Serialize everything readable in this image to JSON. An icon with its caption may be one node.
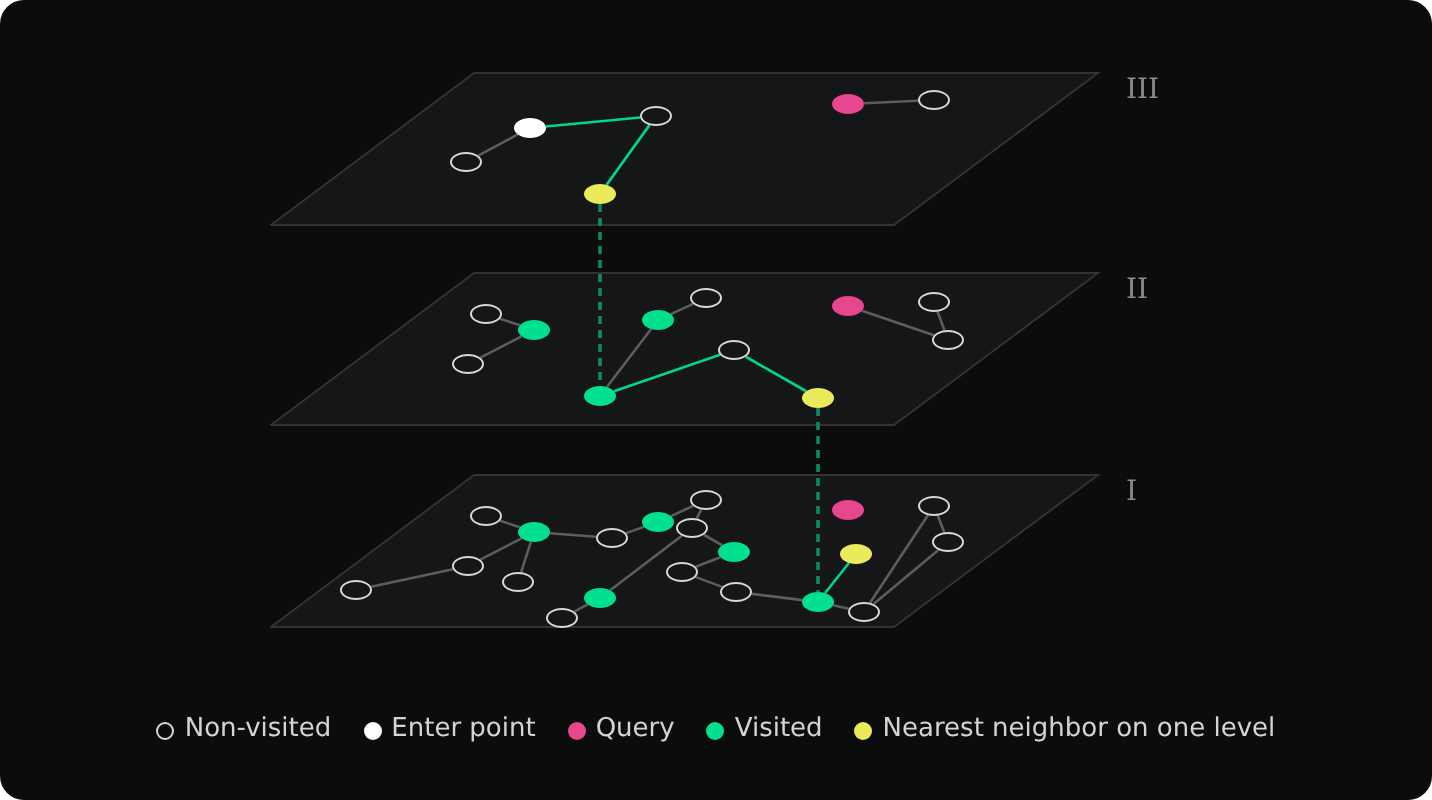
{
  "diagram": {
    "nodes": [
      {
        "text": [],
        "shape": "box",
        "beside": [
          "III"
        ]
      },
      {
        "text": [],
        "shape": "circle",
        "in": 0
      },
      {
        "text": [],
        "shape": "circle",
        "in": 0
      },
      {
        "text": [],
        "shape": "circle",
        "in": 0
      },
      {
        "text": [],
        "shape": "circle",
        "in": 0
      },
      {
        "text": [],
        "shape": "circle",
        "in": 0
      },
      {
        "text": [],
        "shape": "circle",
        "in": 0
      },
      {
        "text": [],
        "shape": "box",
        "beside": [
          "II"
        ]
      },
      {
        "text": [],
        "shape": "circle",
        "in": 7
      },
      {
        "text": [],
        "shape": "circle",
        "in": 7
      },
      {
        "text": [],
        "shape": "circle",
        "in": 7
      },
      {
        "text": [],
        "shape": "circle",
        "in": 7
      },
      {
        "text": [],
        "shape": "circle",
        "in": 7
      },
      {
        "text": [],
        "shape": "circle",
        "in": 7
      },
      {
        "text": [],
        "shape": "circle",
        "in": 7
      },
      {
        "text": [],
        "shape": "circle",
        "in": 7
      },
      {
        "text": [],
        "shape": "circle",
        "in": 7
      },
      {
        "text": [],
        "shape": "circle",
        "in": 7
      },
      {
        "text": [],
        "shape": "circle",
        "in": 7
      },
      {
        "text": [],
        "shape": "box",
        "beside": [
          "I"
        ]
      },
      {
        "text": [],
        "shape": "circle",
        "in": 19
      },
      {
        "text": [],
        "shape": "circle",
        "in": 19
      },
      {
        "text": [],
        "shape": "circle",
        "in": 19
      },
      {
        "text": [],
        "shape": "circle",
        "in": 19
      },
      {
        "text": [],
        "shape": "circle",
        "in": 19
      },
      {
        "text": [],
        "shape": "circle",
        "in": 19
      },
      {
        "text": [],
        "shape": "circle",
        "in": 19
      },
      {
        "text": [],
        "shape": "circle",
        "in": 19
      },
      {
        "text": [],
        "shape": "circle",
        "in": 19
      },
      {
        "text": [],
        "shape": "circle",
        "in": 19
      },
      {
        "text": [],
        "shape": "circle",
        "in": 19
      },
      {
        "text": [],
        "shape": "circle",
        "in": 19
      },
      {
        "text": [],
        "shape": "circle",
        "in": 19
      },
      {
        "text": [],
        "shape": "circle",
        "in": 19
      },
      {
        "text": [],
        "shape": "circle",
        "in": 19
      },
      {
        "text": [],
        "shape": "circle",
        "in": 19
      },
      {
        "text": [],
        "shape": "circle",
        "in": 19
      },
      {
        "text": [],
        "shape": "circle",
        "in": 19
      },
      {
        "text": [],
        "shape": "circle",
        "in": 19
      },
      {
        "text": [],
        "shape": "circle",
        "in": 19
      }
    ],
    "edges": [
      {
        "from": 1,
        "to": 2,
        "arrow": "none"
      },
      {
        "from": 2,
        "to": 4,
        "arrow": "none",
        "color": "#00d68f"
      },
      {
        "from": 4,
        "to": 3,
        "arrow": "none",
        "color": "#00d68f"
      },
      {
        "from": 5,
        "to": 6,
        "arrow": "none"
      },
      {
        "from": 9,
        "to": 10,
        "arrow": "none"
      },
      {
        "from": 10,
        "to": 8,
        "arrow": "none"
      },
      {
        "from": 12,
        "to": 13,
        "arrow": "none"
      },
      {
        "from": 12,
        "to": 11,
        "arrow": "none"
      },
      {
        "from": 11,
        "to": 14,
        "arrow": "none",
        "color": "#00d68f"
      },
      {
        "from": 14,
        "to": 15,
        "arrow": "none",
        "color": "#00d68f"
      },
      {
        "from": 16,
        "to": 18,
        "arrow": "none"
      },
      {
        "from": 17,
        "to": 18,
        "arrow": "none"
      },
      {
        "from": 22,
        "to": 24,
        "arrow": "none"
      },
      {
        "from": 24,
        "to": 21,
        "arrow": "none"
      },
      {
        "from": 21,
        "to": 20,
        "arrow": "none"
      },
      {
        "from": 24,
        "to": 23,
        "arrow": "none"
      },
      {
        "from": 24,
        "to": 27,
        "arrow": "none"
      },
      {
        "from": 27,
        "to": 28,
        "arrow": "none"
      },
      {
        "from": 28,
        "to": 31,
        "arrow": "none"
      },
      {
        "from": 31,
        "to": 30,
        "arrow": "none"
      },
      {
        "from": 30,
        "to": 32,
        "arrow": "none"
      },
      {
        "from": 30,
        "to": 26,
        "arrow": "none"
      },
      {
        "from": 26,
        "to": 25,
        "arrow": "none"
      },
      {
        "from": 32,
        "to": 29,
        "arrow": "none"
      },
      {
        "from": 29,
        "to": 33,
        "arrow": "none"
      },
      {
        "from": 33,
        "to": 34,
        "arrow": "none"
      },
      {
        "from": 34,
        "to": 36,
        "arrow": "none"
      },
      {
        "from": 34,
        "to": 37,
        "arrow": "none",
        "color": "#00d68f"
      },
      {
        "from": 36,
        "to": 38,
        "arrow": "none"
      },
      {
        "from": 38,
        "to": 39,
        "arrow": "none"
      },
      {
        "from": 36,
        "to": 39,
        "arrow": "none"
      },
      {
        "from": 3,
        "to": 11,
        "arrow": "none",
        "style": "dashed",
        "color": "#0b8a5e"
      },
      {
        "from": 15,
        "to": 34,
        "arrow": "none",
        "style": "dashed",
        "color": "#0b8a5e"
      }
    ],
    "legend": [
      {
        "text": "Non-visited"
      },
      {
        "text": "Enter point",
        "color": "#ffffff"
      },
      {
        "text": "Query",
        "color": "#e8468f"
      },
      {
        "text": "Visited",
        "color": "#00e08f"
      },
      {
        "text": "Nearest neighbor on one level",
        "color": "#eaea5a"
      }
    ]
  }
}
